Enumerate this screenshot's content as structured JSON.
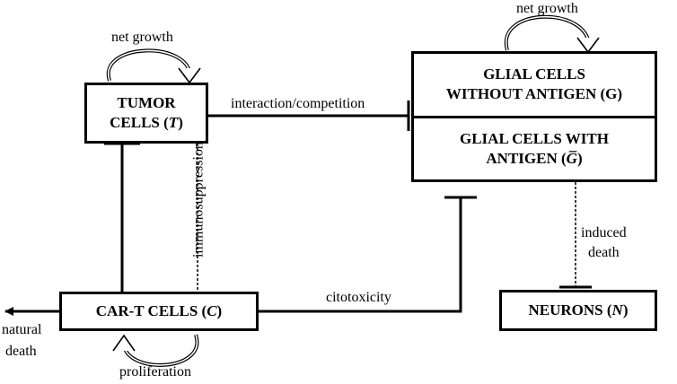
{
  "nodes": {
    "tumor": {
      "line1": "TUMOR",
      "line2_prefix": "CELLS (",
      "symbol": "T",
      "line2_suffix": ")"
    },
    "glial_no_antigen": {
      "line1": "GLIAL CELLS",
      "line2": "WITHOUT ANTIGEN (G)"
    },
    "glial_antigen": {
      "line1": "GLIAL CELLS WITH",
      "line2_prefix": "ANTIGEN (",
      "symbol": "G̅",
      "line2_suffix": ")"
    },
    "cart": {
      "prefix": "CAR-T CELLS (",
      "symbol": "C",
      "suffix": ")"
    },
    "neurons": {
      "prefix": "NEURONS (",
      "symbol": "N",
      "suffix": ")"
    }
  },
  "labels": {
    "tumor_loop": "net growth",
    "glial_loop": "net growth",
    "interaction": "interaction/competition",
    "immuno": "immunosuppression",
    "citotoxicity": "citotoxicity",
    "induced_1": "induced",
    "induced_2": "death",
    "natural_1": "natural",
    "natural_2": "death",
    "proliferation": "proliferation"
  }
}
